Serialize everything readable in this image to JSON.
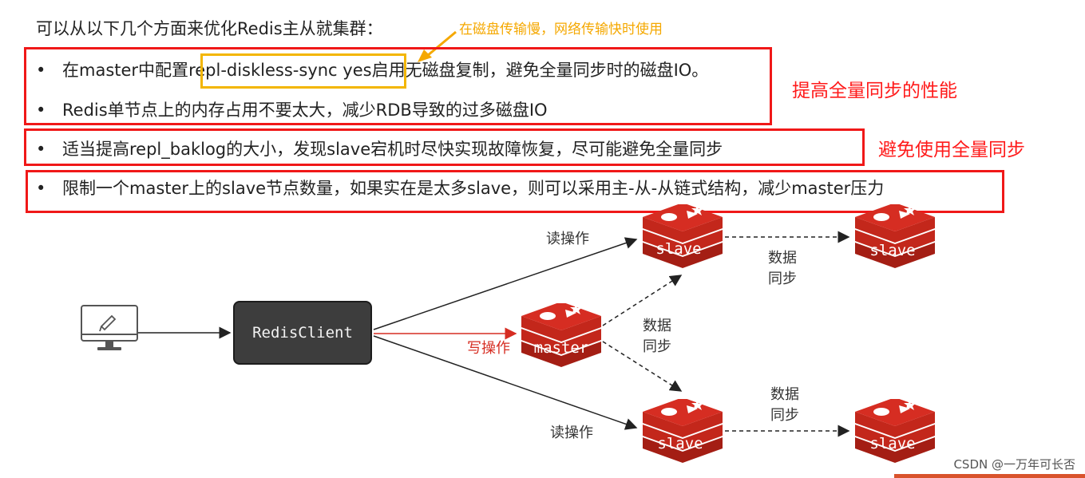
{
  "heading": "可以从以下几个方面来优化Redis主从就集群：",
  "orange_note": "在磁盘传输慢，网络传输快时使用",
  "bullets": [
    {
      "dot": "•",
      "before": "在master中配置",
      "highlight": "repl-diskless-sync yes",
      "after": "启用无磁盘复制，避免全量同步时的磁盘IO。"
    },
    {
      "dot": "•",
      "text": "Redis单节点上的内存占用不要太大，减少RDB导致的过多磁盘IO"
    },
    {
      "dot": "•",
      "text": "适当提高repl_baklog的大小，发现slave宕机时尽快实现故障恢复，尽可能避免全量同步"
    },
    {
      "dot": "•",
      "text": "限制一个master上的slave节点数量，如果实在是太多slave，则可以采用主-从-从链式结构，减少master压力"
    }
  ],
  "red_notes": {
    "group1": "提高全量同步的性能",
    "group2": "避免使用全量同步"
  },
  "diagram": {
    "client_label": "RedisClient",
    "read_op_top": "读操作",
    "read_op_bottom": "读操作",
    "write_op": "写操作",
    "sync_master": "数据\n同步",
    "sync_top": "数据\n同步",
    "sync_bottom": "数据\n同步",
    "master_label": "master",
    "slave_label": "slave"
  },
  "watermark": "CSDN @一万年可长否",
  "colors": {
    "red_box": "#f01818",
    "highlight_box": "#f3b600",
    "orange_text": "#f5a800",
    "red_text": "#ff1a1a",
    "redis_red": "#d62d22",
    "client_box": "#3d3d3d"
  },
  "icons": {
    "computer": "monitor-with-pencil-icon",
    "redis": "redis-stack-icon"
  }
}
